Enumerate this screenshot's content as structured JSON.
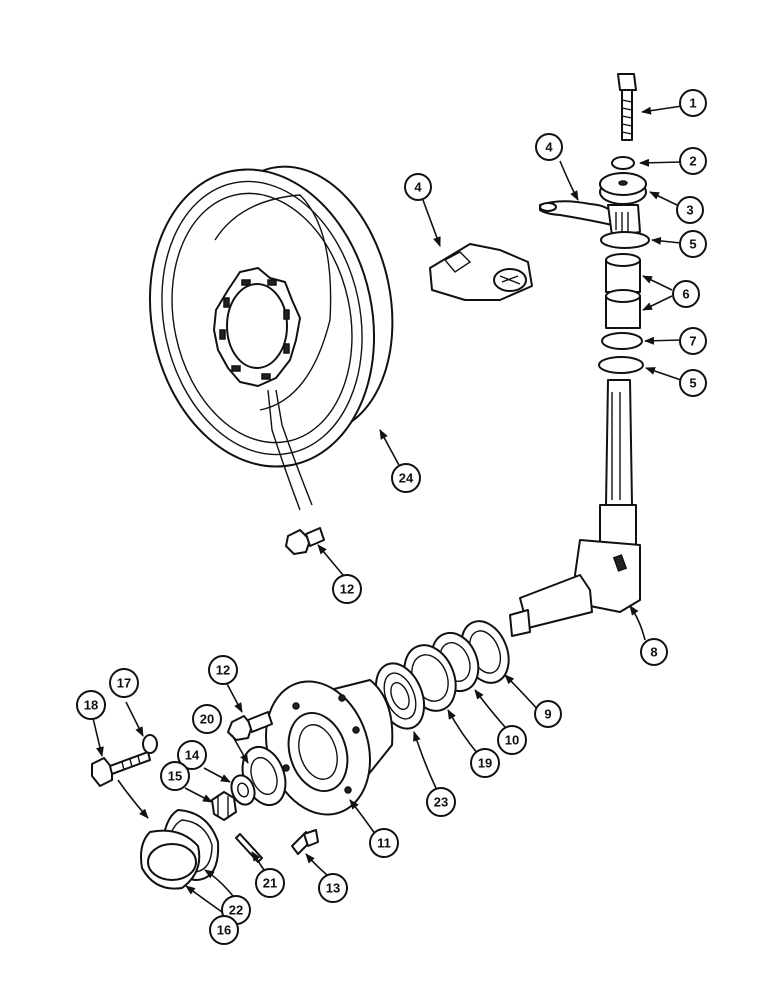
{
  "callouts": {
    "c1": "1",
    "c2": "2",
    "c3": "3",
    "c4a": "4",
    "c4b": "4",
    "c5a": "5",
    "c5b": "5",
    "c6": "6",
    "c7": "7",
    "c8": "8",
    "c9": "9",
    "c10": "10",
    "c11": "11",
    "c12a": "12",
    "c12b": "12",
    "c13": "13",
    "c14": "14",
    "c15": "15",
    "c16": "16",
    "c17": "17",
    "c18": "18",
    "c19": "19",
    "c20": "20",
    "c21": "21",
    "c22": "22",
    "c23": "23",
    "c24": "24"
  },
  "colors": {
    "line": "#111111",
    "background": "#ffffff"
  }
}
